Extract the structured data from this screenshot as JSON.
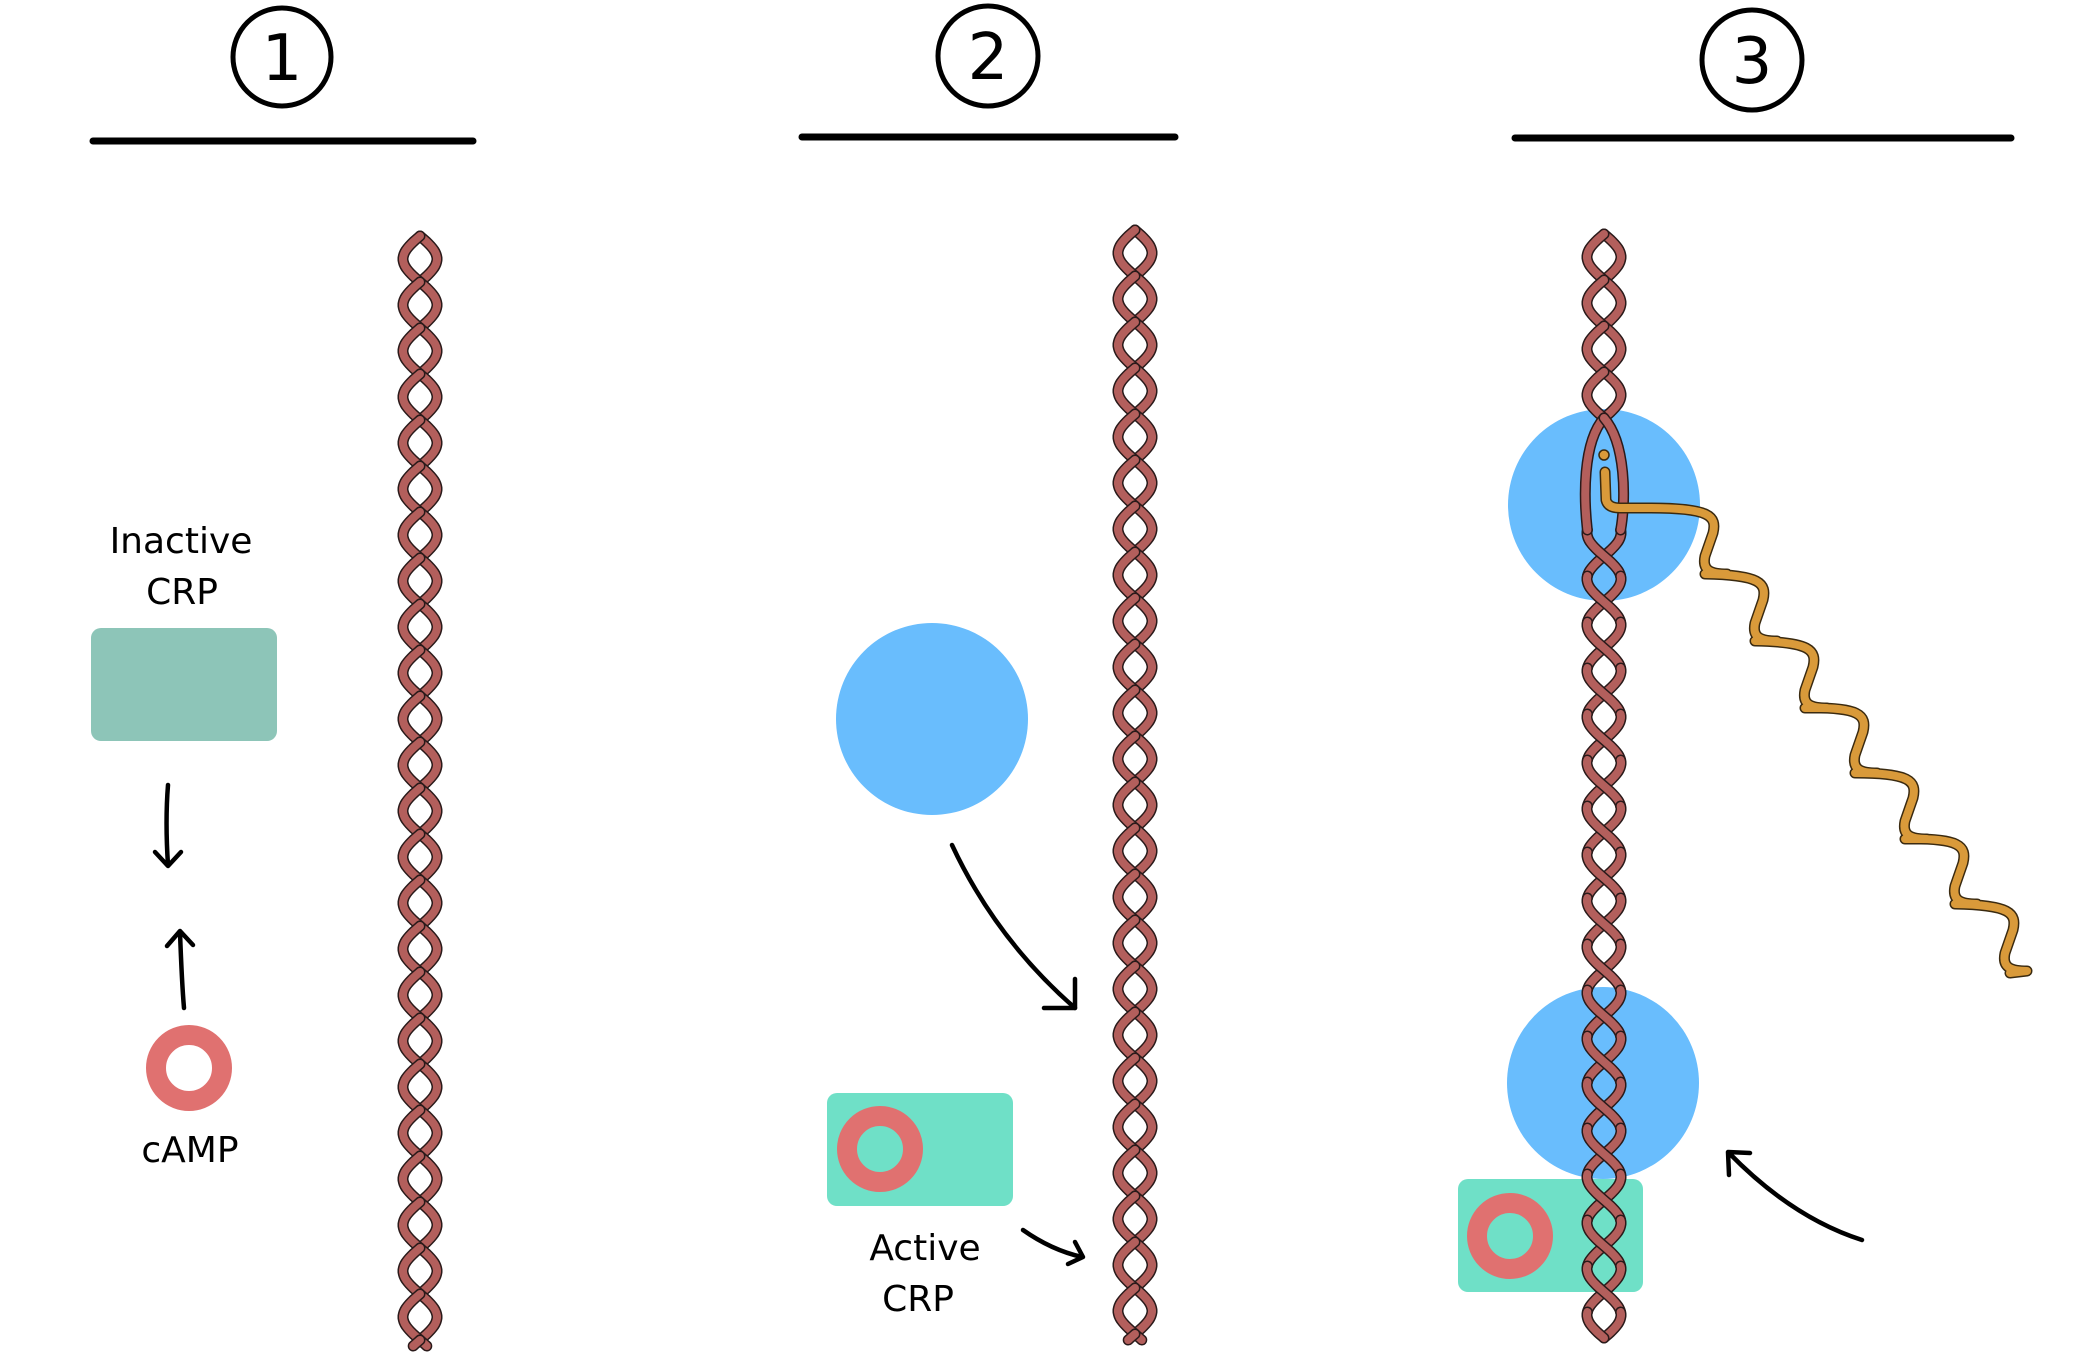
{
  "title": "CRP-cAMP activation of transcription",
  "colors": {
    "dna": "#b35f5c",
    "dna_outline": "#2a1a1a",
    "inactive_crp": "#8dc5b8",
    "active_crp": "#6fe0c7",
    "camp": "#e07170",
    "rna_polymerase": "#69bdfd",
    "mrna": "#d99a3a"
  },
  "panels": [
    {
      "step": "1",
      "labels": {
        "inactive_crp_line1": "Inactive",
        "inactive_crp_line2": "CRP",
        "camp": "cAMP"
      }
    },
    {
      "step": "2",
      "labels": {
        "active_crp_line1": "Active",
        "active_crp_line2": "CRP"
      }
    },
    {
      "step": "3",
      "labels": {}
    }
  ]
}
